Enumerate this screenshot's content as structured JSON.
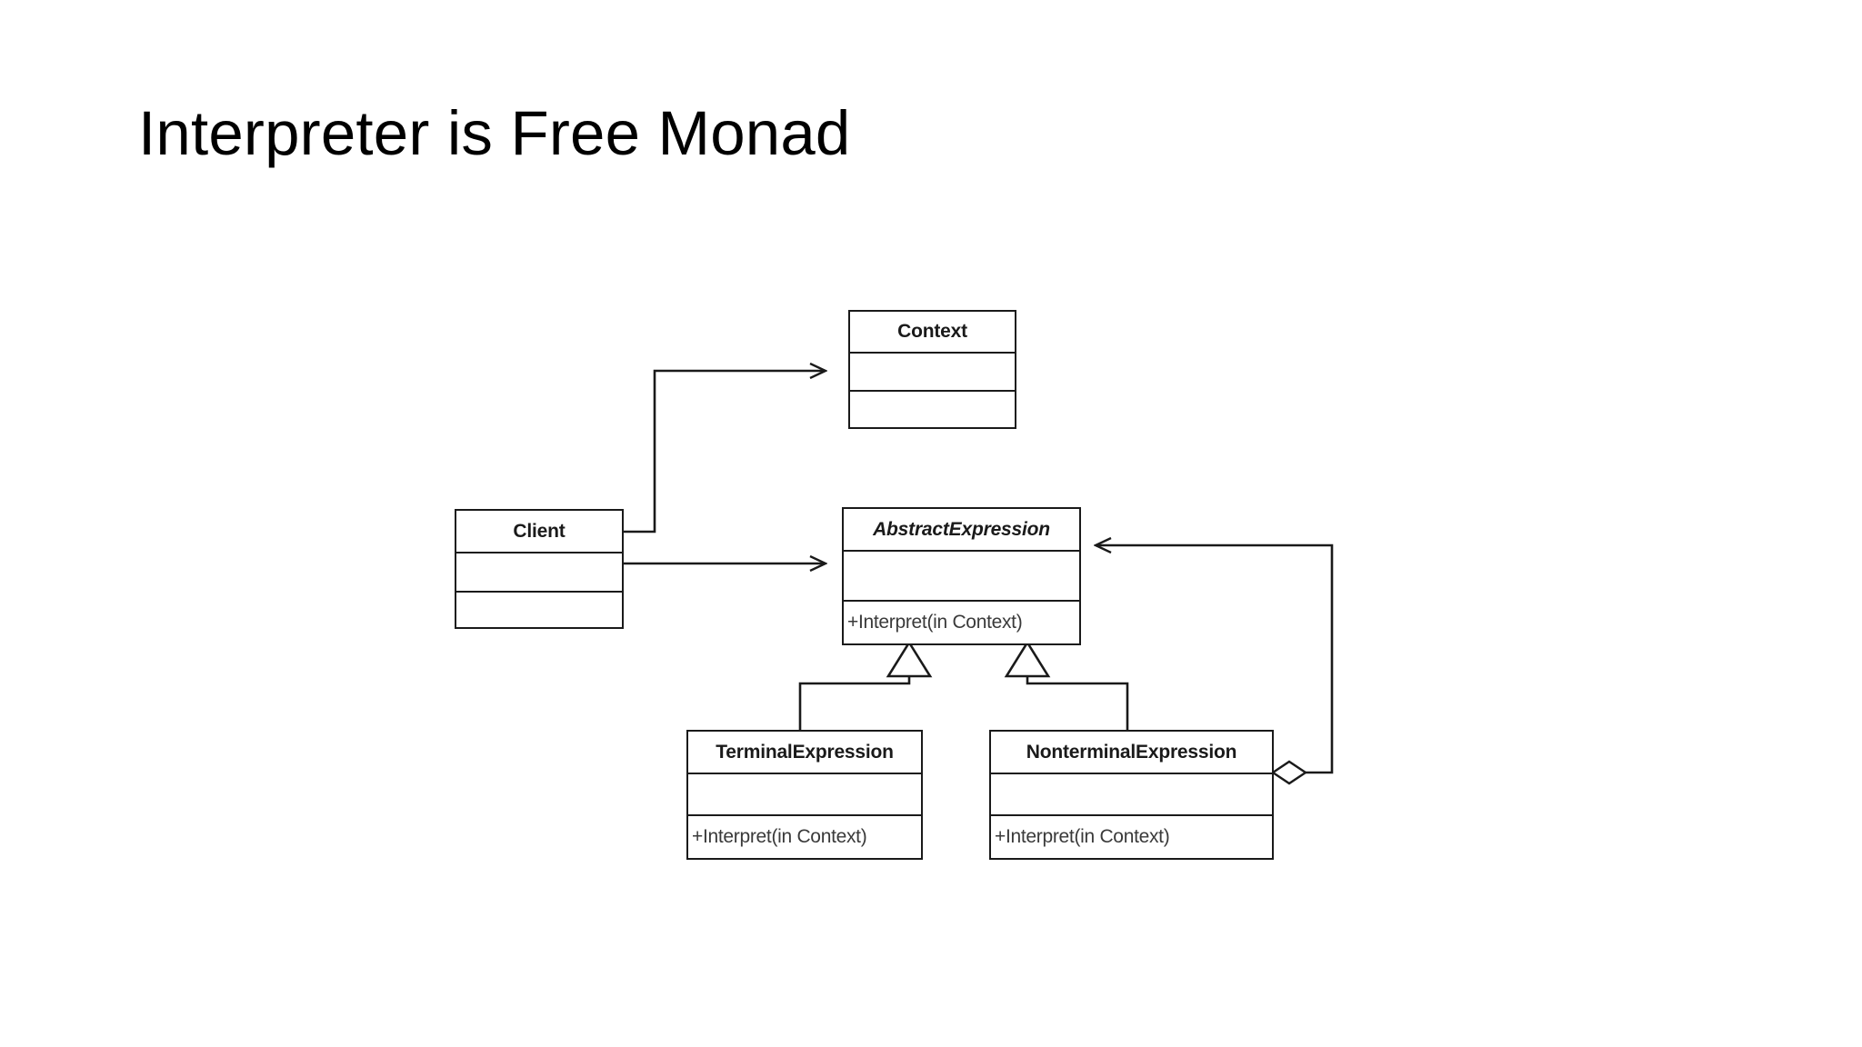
{
  "slide": {
    "title": "Interpreter is Free Monad",
    "background_color": "#ffffff",
    "text_color": "#000000"
  },
  "diagram": {
    "type": "uml-class-diagram",
    "pattern": "Interpreter",
    "line_color": "#1a1a1a",
    "box_fill": "#ffffff",
    "classes": [
      {
        "id": "context",
        "name": "Context",
        "stereotype": "",
        "abstract": false,
        "attributes": [],
        "operations": []
      },
      {
        "id": "client",
        "name": "Client",
        "stereotype": "",
        "abstract": false,
        "attributes": [],
        "operations": []
      },
      {
        "id": "abstract-expression",
        "name": "AbstractExpression",
        "stereotype": "",
        "abstract": true,
        "attributes": [],
        "operations": [
          "+Interpret(in Context)"
        ]
      },
      {
        "id": "terminal-expression",
        "name": "TerminalExpression",
        "stereotype": "",
        "abstract": false,
        "attributes": [],
        "operations": [
          "+Interpret(in Context)"
        ]
      },
      {
        "id": "nonterminal-expression",
        "name": "NonterminalExpression",
        "stereotype": "",
        "abstract": false,
        "attributes": [],
        "operations": [
          "+Interpret(in Context)"
        ]
      }
    ],
    "relationships": [
      {
        "id": "client-uses-context",
        "kind": "dependency",
        "from": "Client",
        "to": "Context",
        "arrow": "open-arrow",
        "label": ""
      },
      {
        "id": "client-uses-abstract-expression",
        "kind": "dependency",
        "from": "Client",
        "to": "AbstractExpression",
        "arrow": "open-arrow",
        "label": ""
      },
      {
        "id": "terminal-inherits-abstract",
        "kind": "generalization",
        "from": "TerminalExpression",
        "to": "AbstractExpression",
        "arrow": "hollow-triangle",
        "label": ""
      },
      {
        "id": "nonterminal-inherits-abstract",
        "kind": "generalization",
        "from": "NonterminalExpression",
        "to": "AbstractExpression",
        "arrow": "hollow-triangle",
        "label": ""
      },
      {
        "id": "nonterminal-aggregates-abstract",
        "kind": "aggregation",
        "from": "NonterminalExpression",
        "to": "AbstractExpression",
        "arrow": "hollow-diamond-and-open-arrow",
        "label": ""
      }
    ]
  }
}
